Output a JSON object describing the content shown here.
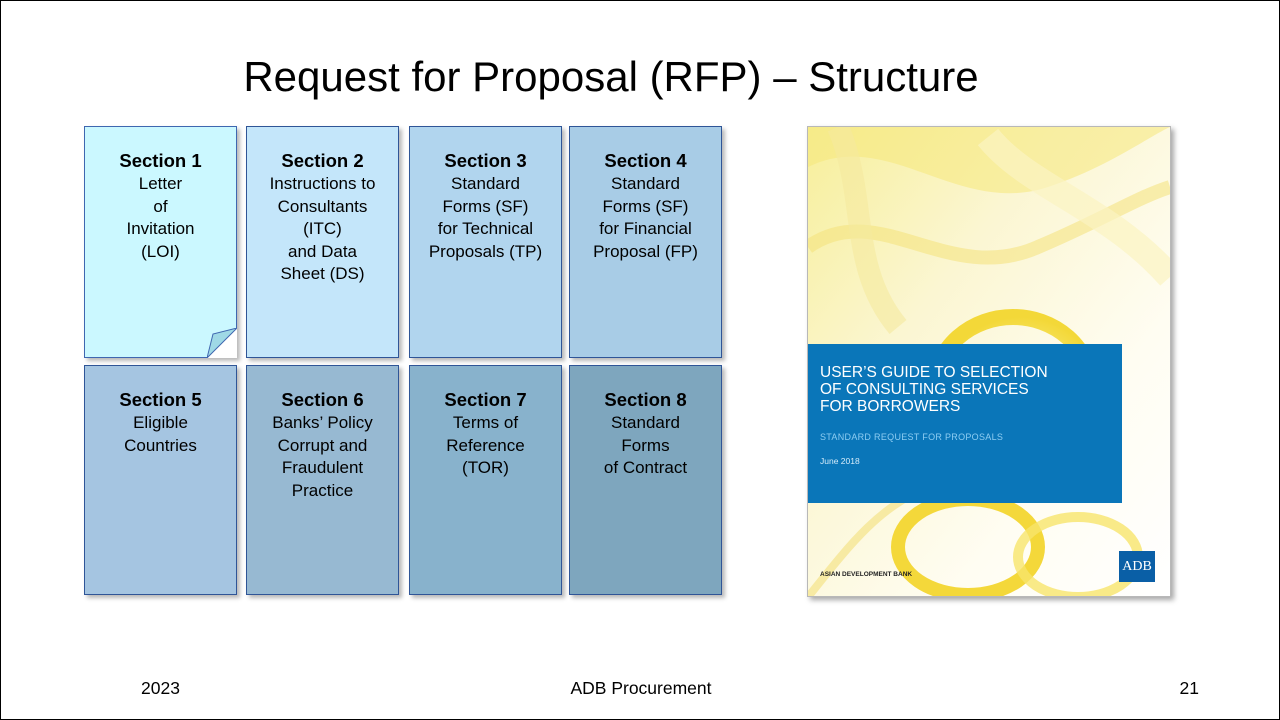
{
  "slide": {
    "title": "Request for Proposal (RFP) – Structure"
  },
  "sections": [
    {
      "head": "Section 1",
      "lines": [
        "Letter",
        "of",
        "Invitation",
        "(LOI)"
      ]
    },
    {
      "head": "Section 2",
      "lines": [
        "Instructions to",
        "Consultants",
        "(ITC)",
        "and Data",
        "Sheet (DS)"
      ]
    },
    {
      "head": "Section 3",
      "lines": [
        "Standard",
        "Forms (SF)",
        "for Technical",
        "Proposals (TP)"
      ]
    },
    {
      "head": "Section 4",
      "lines": [
        "Standard",
        "Forms (SF)",
        "for Financial",
        "Proposal (FP)"
      ]
    },
    {
      "head": "Section 5",
      "lines": [
        "Eligible",
        "Countries"
      ]
    },
    {
      "head": "Section 6",
      "lines": [
        "Banks’ Policy",
        "Corrupt and",
        "Fraudulent",
        "Practice"
      ]
    },
    {
      "head": "Section 7",
      "lines": [
        "Terms of",
        "Reference",
        "(TOR)"
      ]
    },
    {
      "head": "Section 8",
      "lines": [
        "Standard",
        "Forms",
        "of Contract"
      ]
    }
  ],
  "cover": {
    "title_lines": [
      "USER’S GUIDE TO SELECTION",
      "OF CONSULTING SERVICES",
      "FOR BORROWERS"
    ],
    "subtitle": "STANDARD REQUEST FOR PROPOSALS",
    "date": "June 2018",
    "publisher": "ASIAN DEVELOPMENT BANK",
    "logo": "ADB",
    "colors": {
      "band": "#0a76b9",
      "art": "#f5dc3c"
    }
  },
  "footer": {
    "year": "2023",
    "center": "ADB Procurement",
    "page": "21"
  }
}
